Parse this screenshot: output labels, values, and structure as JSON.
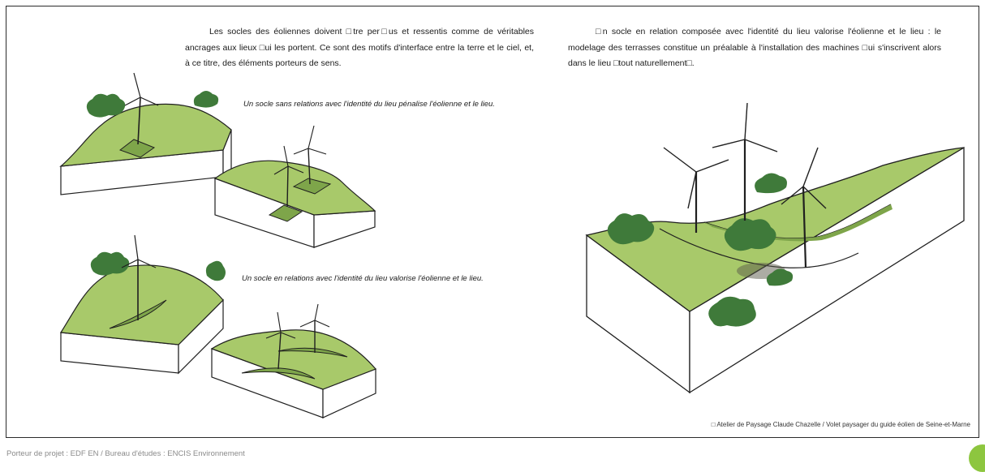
{
  "intro": {
    "text": "Les socles des éoliennes doivent □tre per□us et ressentis comme de véritables ancrages aux lieux □ui les portent. Ce sont des motifs d'interface entre la terre et le ciel, et, à ce titre, des éléments porteurs de sens."
  },
  "captions": {
    "bad": "Un socle sans relations avec l'identité du lieu pénalise l'éolienne et le lieu.",
    "good": "Un socle en relations avec l'identité du lieu valorise l'éolienne et le lieu."
  },
  "right_text": "□n socle en relation composée avec l'identité du lieu valorise l'éolienne et le lieu : le modelage des terrasses constitue un préalable à l'installation des machines □ui s'inscrivent alors dans le lieu □tout naturellement□.",
  "credit": "□ Atelier de Paysage Claude Chazelle  / Volet paysager du guide éolien de Seine-et-Marne",
  "footer": "Porteur de projet : EDF EN / Bureau d'études : ENCIS Environnement",
  "colors": {
    "grass": "#a8c96a",
    "grass_dark": "#7ea54a",
    "tree": "#3f7a3a",
    "outline": "#1f1f1f"
  }
}
